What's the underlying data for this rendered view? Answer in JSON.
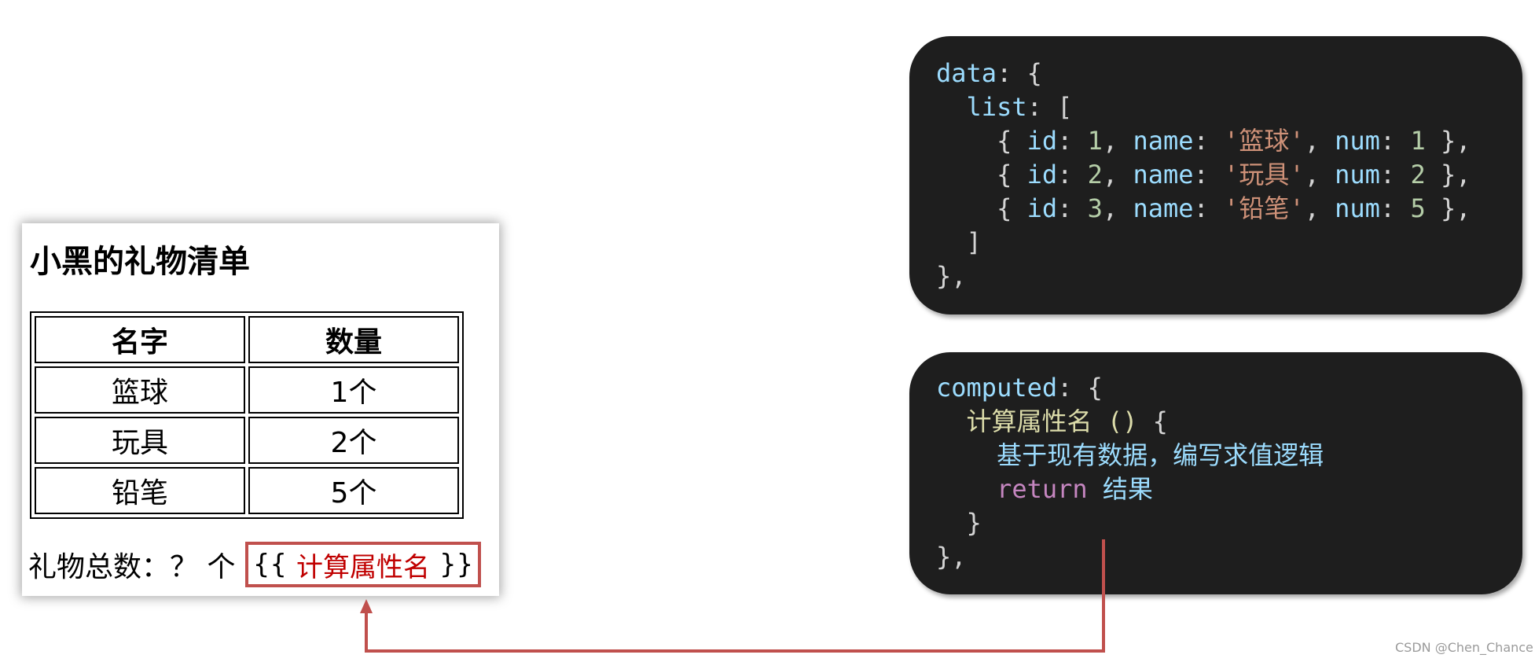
{
  "gift_page": {
    "title": "小黑的礼物清单",
    "columns": [
      "名字",
      "数量"
    ],
    "rows": [
      {
        "name": "篮球",
        "num": "1个"
      },
      {
        "name": "玩具",
        "num": "2个"
      },
      {
        "name": "铅笔",
        "num": "5个"
      }
    ],
    "total_label": "礼物总数：？ 个",
    "mustache_open": "{{",
    "mustache_expr": "计算属性名",
    "mustache_close": "}}"
  },
  "data_code": {
    "key": "data",
    "list_key": "list",
    "items": [
      {
        "id": "1",
        "name": "'篮球'",
        "num": "1"
      },
      {
        "id": "2",
        "name": "'玩具'",
        "num": "2"
      },
      {
        "id": "3",
        "name": "'铅笔'",
        "num": "5"
      }
    ]
  },
  "computed_code": {
    "key": "computed",
    "method_name": "计算属性名",
    "body_comment": "基于现有数据，编写求值逻辑",
    "return_keyword": "return",
    "return_value": "结果"
  },
  "colors": {
    "arrow": "#c0504d",
    "code_bg": "#1e1e1e",
    "highlight_text": "#c00000"
  },
  "watermark": "CSDN @Chen_Chance"
}
